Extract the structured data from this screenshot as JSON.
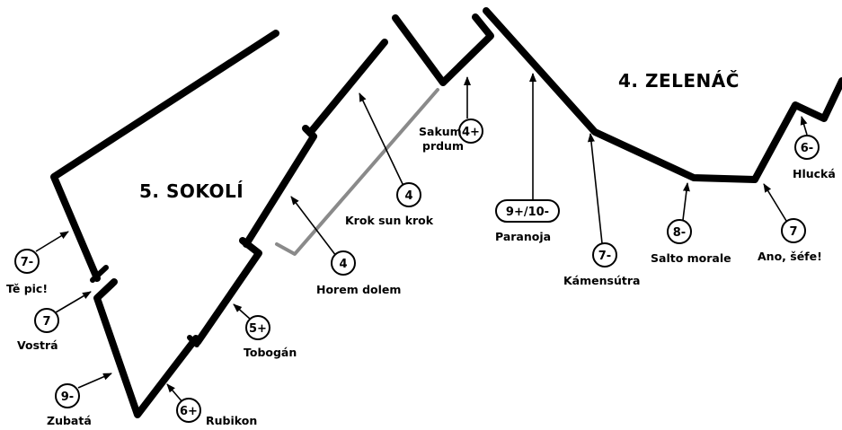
{
  "sectors": {
    "sokoli": "5. SOKOLÍ",
    "zelenac": "4. ZELENÁČ"
  },
  "routes": {
    "te_pic": {
      "grade": "7-",
      "name": "Tě pic!"
    },
    "vostra": {
      "grade": "7",
      "name": "Vostrá"
    },
    "zubata": {
      "grade": "9-",
      "name": "Zubatá"
    },
    "rubikon": {
      "grade": "6+",
      "name": "Rubikon"
    },
    "tobogan": {
      "grade": "5+",
      "name": "Tobogán"
    },
    "horem_dolem": {
      "grade": "4",
      "name": "Horem dolem"
    },
    "krok_sun_krok": {
      "grade": "4",
      "name": "Krok sun krok"
    },
    "sakum_prdum": {
      "grade": "4+",
      "name_line1": "Sakum",
      "name_line2": "prdum"
    },
    "paranoja": {
      "grade": "9+/10-",
      "name": "Paranoja"
    },
    "kamensutra": {
      "grade": "7-",
      "name": "Kámensútra"
    },
    "salto_morale": {
      "grade": "8-",
      "name": "Salto morale"
    },
    "ano_sefe": {
      "grade": "7",
      "name": "Ano, šéfe!"
    },
    "hlucka": {
      "grade": "6-",
      "name": "Hlucká"
    }
  }
}
